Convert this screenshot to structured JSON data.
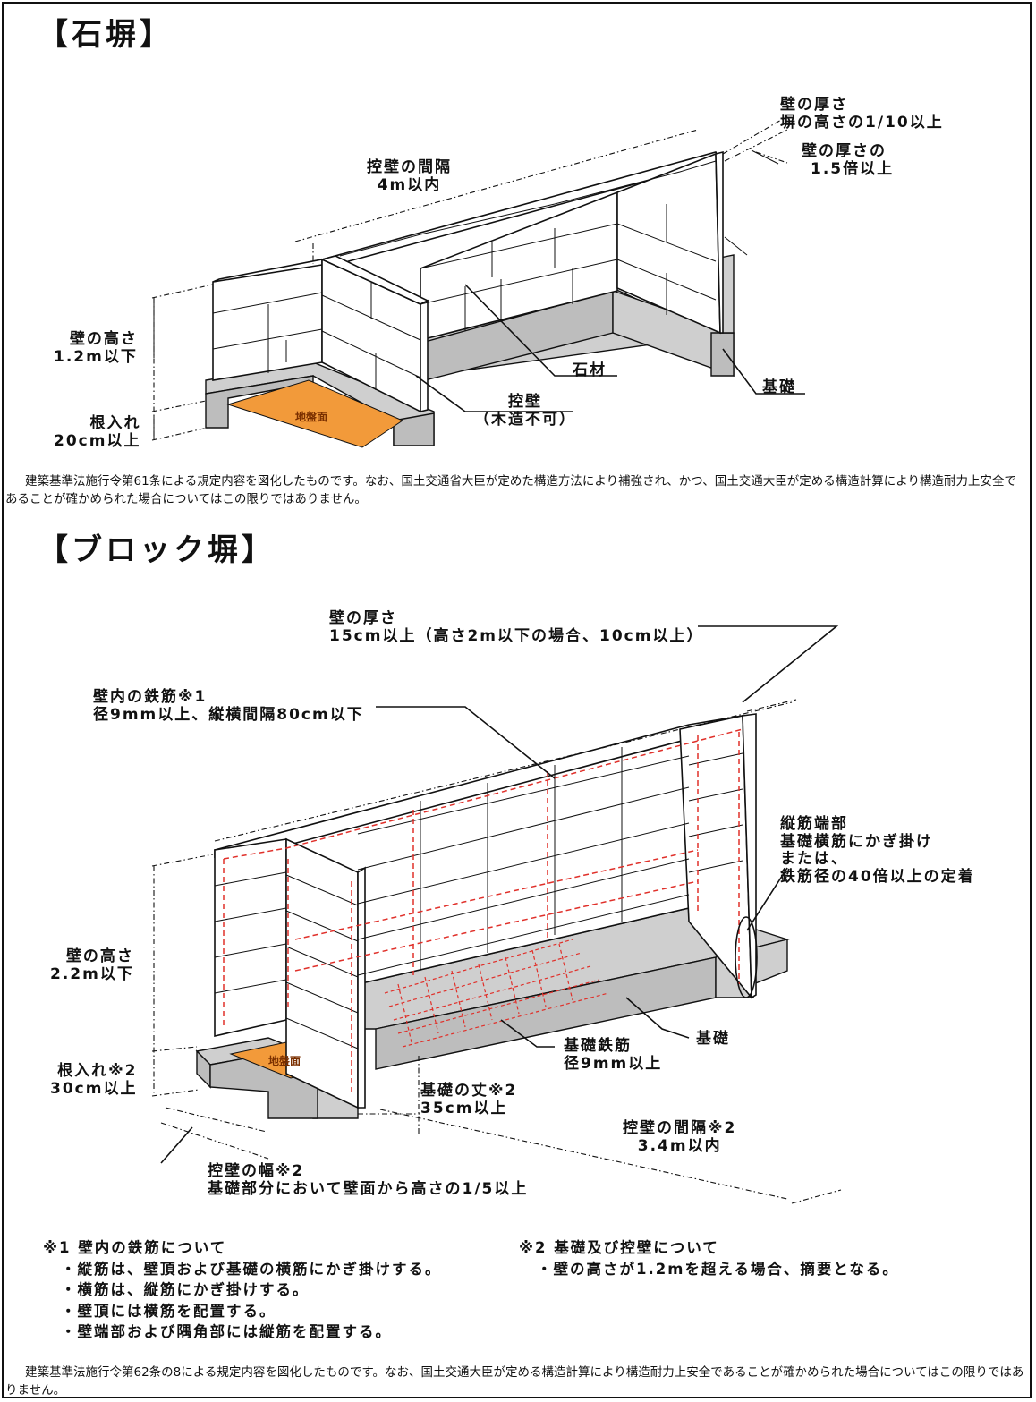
{
  "stone": {
    "title": "【石塀】",
    "thickness": [
      "壁の厚さ",
      "塀の高さの1/10以上"
    ],
    "buttress_thickness": [
      "壁の厚さの",
      "1.5倍以上"
    ],
    "buttress_interval": [
      "控壁の間隔",
      "4m以内"
    ],
    "height": [
      "壁の高さ",
      "1.2m以下"
    ],
    "embed": [
      "根入れ",
      "20cm以上"
    ],
    "ground": "地盤面",
    "stone_material": "石材",
    "buttress": [
      "控壁",
      "（木造不可）"
    ],
    "foundation": "基礎",
    "note": "建築基準法施行令第61条による規定内容を図化したものです。なお、国土交通省大臣が定めた構造方法により補強され、かつ、国土交通大臣が定める構造計算により構造耐力上安全であることが確かめられた場合についてはこの限りではありません。"
  },
  "block": {
    "title": "【ブロック塀】",
    "thickness": [
      "壁の厚さ",
      "15cm以上（高さ2m以下の場合、10cm以上）"
    ],
    "rebar": [
      "壁内の鉄筋※1",
      "径9mm以上、縦横間隔80cm以下"
    ],
    "end_rebar": [
      "縦筋端部",
      "基礎横筋にかぎ掛け",
      "または、",
      "鉄筋径の40倍以上の定着"
    ],
    "height": [
      "壁の高さ",
      "2.2m以下"
    ],
    "embed": [
      "根入れ※2",
      "30cm以上"
    ],
    "ground": "地盤面",
    "foundation": "基礎",
    "foundation_rebar": [
      "基礎鉄筋",
      "径9mm以上"
    ],
    "foundation_depth": [
      "基礎の丈※2",
      "35cm以上"
    ],
    "buttress_interval": [
      "控壁の間隔※2",
      "3.4m以内"
    ],
    "buttress_width": [
      "控壁の幅※2",
      "基礎部分において壁面から高さの1/5以上"
    ],
    "footnote1": [
      "※1 壁内の鉄筋について",
      "・縦筋は、壁頂および基礎の横筋にかぎ掛けする。",
      "・横筋は、縦筋にかぎ掛けする。",
      "・壁頂には横筋を配置する。",
      "・壁端部および隅角部には縦筋を配置する。"
    ],
    "footnote2": [
      "※2 基礎及び控壁について",
      "・壁の高さが1.2mを超える場合、摘要となる。"
    ],
    "note": "建築基準法施行令第62条の8による規定内容を図化したものです。なお、国土交通大臣が定める構造計算により構造耐力上安全であることが確かめられた場合についてはこの限りではありません。"
  },
  "colors": {
    "ground": "#f29a3a",
    "rebar": "#e0302a",
    "shade": "#cfcfcf"
  }
}
